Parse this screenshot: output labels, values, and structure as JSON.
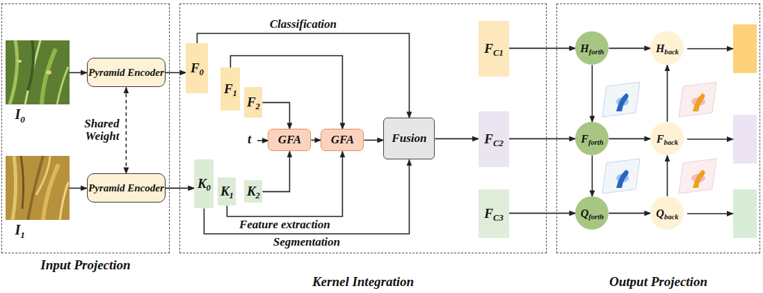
{
  "diagram": {
    "nodes": [
      {
        "text": [
          "Input Projection"
        ]
      },
      {
        "text": [
          "I0"
        ],
        "in": 0
      },
      {
        "text": [
          "Pyramid Encoder"
        ],
        "in": 0
      },
      {
        "text": [
          "I1"
        ],
        "in": 0
      },
      {
        "text": [
          "Pyramid Encoder"
        ],
        "in": 0
      },
      {
        "text": [
          "Kernel Integration"
        ]
      },
      {
        "text": [
          "F0"
        ],
        "in": 5
      },
      {
        "text": [
          "F1"
        ],
        "in": 5
      },
      {
        "text": [
          "F2"
        ],
        "in": 5
      },
      {
        "text": [
          "K0"
        ],
        "in": 5
      },
      {
        "text": [
          "K1"
        ],
        "in": 5
      },
      {
        "text": [
          "K2"
        ],
        "in": 5
      },
      {
        "text": [
          "GFA"
        ],
        "in": 5
      },
      {
        "text": [
          "GFA"
        ],
        "in": 5
      },
      {
        "text": [
          "Fusion"
        ],
        "in": 5
      },
      {
        "text": [
          "FC1"
        ]
      },
      {
        "text": [
          "FC2"
        ]
      },
      {
        "text": [
          "FC3"
        ]
      },
      {
        "text": [
          "Output Projection"
        ]
      },
      {
        "text": [
          "Hforth"
        ],
        "in": 18
      },
      {
        "text": [
          "Hback"
        ],
        "in": 18
      },
      {
        "text": [
          "Fforth"
        ],
        "in": 18
      },
      {
        "text": [
          "Fback"
        ],
        "in": 18
      },
      {
        "text": [
          "Qforth"
        ],
        "in": 18
      },
      {
        "text": [
          "Qback"
        ],
        "in": 18
      }
    ],
    "edges": [
      {
        "from": 1,
        "to": 2,
        "arrow": "to"
      },
      {
        "from": 3,
        "to": 4,
        "arrow": "to"
      },
      {
        "from": 2,
        "to": 4,
        "arrow": "both",
        "label": "Shared Weight"
      },
      {
        "from": 2,
        "to": 6,
        "arrow": "to"
      },
      {
        "from": 4,
        "to": 9,
        "arrow": "to"
      },
      {
        "from": 6,
        "to": 14,
        "arrow": "to",
        "label": "Classification"
      },
      {
        "from": 7,
        "to": 13,
        "arrow": "to"
      },
      {
        "from": 8,
        "to": 12,
        "arrow": "to"
      },
      {
        "from": 11,
        "to": 12,
        "arrow": "to"
      },
      {
        "from": 10,
        "to": 13,
        "arrow": "to",
        "label": "Feature extraction"
      },
      {
        "from": 9,
        "to": 14,
        "arrow": "to",
        "label": "Segmentation"
      },
      {
        "from": 12,
        "to": 13,
        "arrow": "to"
      },
      {
        "from": 13,
        "to": 14,
        "arrow": "to"
      },
      {
        "from": 14,
        "to": 16,
        "arrow": "to"
      },
      {
        "from": 15,
        "to": 19,
        "arrow": "to"
      },
      {
        "from": 16,
        "to": 21,
        "arrow": "to"
      },
      {
        "from": 17,
        "to": 23,
        "arrow": "to"
      },
      {
        "from": 19,
        "to": 20,
        "arrow": "to"
      },
      {
        "from": 19,
        "to": 21,
        "arrow": "to"
      },
      {
        "from": 21,
        "to": 22,
        "arrow": "to"
      },
      {
        "from": 21,
        "to": 23,
        "arrow": "to"
      },
      {
        "from": 23,
        "to": 24,
        "arrow": "to"
      },
      {
        "from": 24,
        "to": 22,
        "arrow": "to"
      },
      {
        "from": 22,
        "to": 20,
        "arrow": "to"
      }
    ],
    "labels": [
      "t"
    ]
  }
}
